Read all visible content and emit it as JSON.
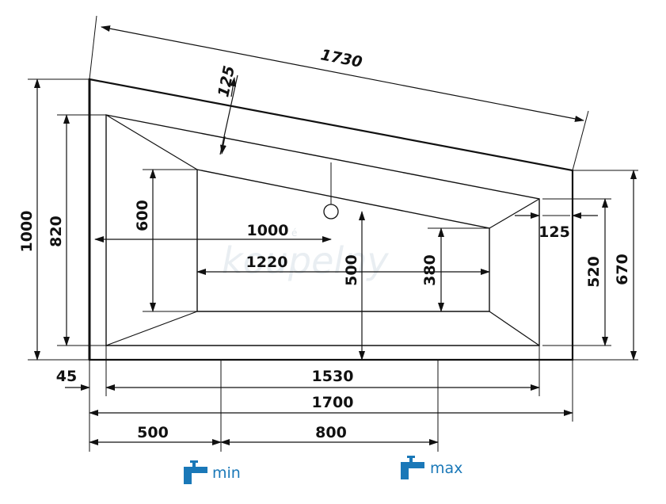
{
  "dimensions": {
    "d1730": "1730",
    "d125_top": "125",
    "d1000_left": "1000",
    "d820": "820",
    "d600": "600",
    "d1000_inner": "1000",
    "d1220": "1220",
    "d500_vertical": "500",
    "d380": "380",
    "d125_right": "125",
    "d520": "520",
    "d670": "670",
    "d45": "45",
    "d1530": "1530",
    "d1700": "1700",
    "d500_bottom": "500",
    "d800": "800"
  },
  "taps": {
    "min_label": "min",
    "max_label": "max",
    "color": "#1a78b8"
  },
  "watermark": {
    "text": "koupelny",
    "accent": "é"
  }
}
